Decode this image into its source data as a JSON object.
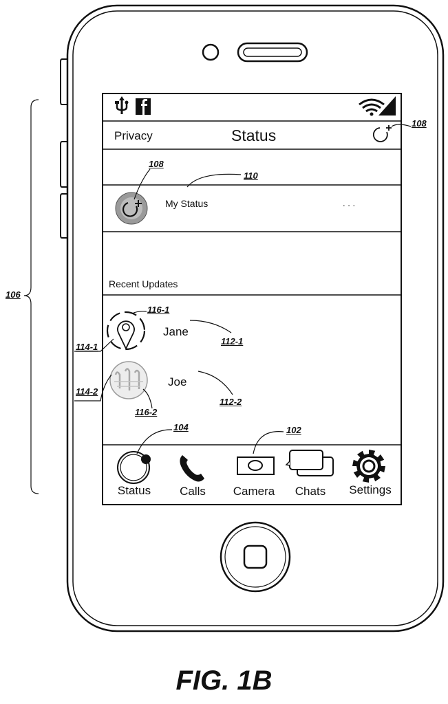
{
  "screen": {
    "header": {
      "left_label": "Privacy",
      "title": "Status"
    },
    "my_status": {
      "label": "My Status",
      "more": ". . ."
    },
    "recent_updates_label": "Recent Updates",
    "contacts": [
      {
        "name": "Jane"
      },
      {
        "name": "Joe"
      }
    ],
    "tabs": [
      {
        "label": "Status",
        "icon": "status-icon"
      },
      {
        "label": "Calls",
        "icon": "phone-icon"
      },
      {
        "label": "Camera",
        "icon": "camera-icon"
      },
      {
        "label": "Chats",
        "icon": "chats-icon"
      },
      {
        "label": "Settings",
        "icon": "gear-icon"
      }
    ],
    "status_bar_icons": [
      "usb-icon",
      "facebook-icon",
      "wifi-icon",
      "signal-icon"
    ]
  },
  "refs": {
    "r102": "102",
    "r104": "104",
    "r106": "106",
    "r108_top": "108",
    "r108_avatar": "108",
    "r110": "110",
    "r112_1": "112-1",
    "r112_2": "112-2",
    "r114_1": "114-1",
    "r114_2": "114-2",
    "r116_1": "116-1",
    "r116_2": "116-2"
  },
  "figure_label": "FIG. 1B"
}
